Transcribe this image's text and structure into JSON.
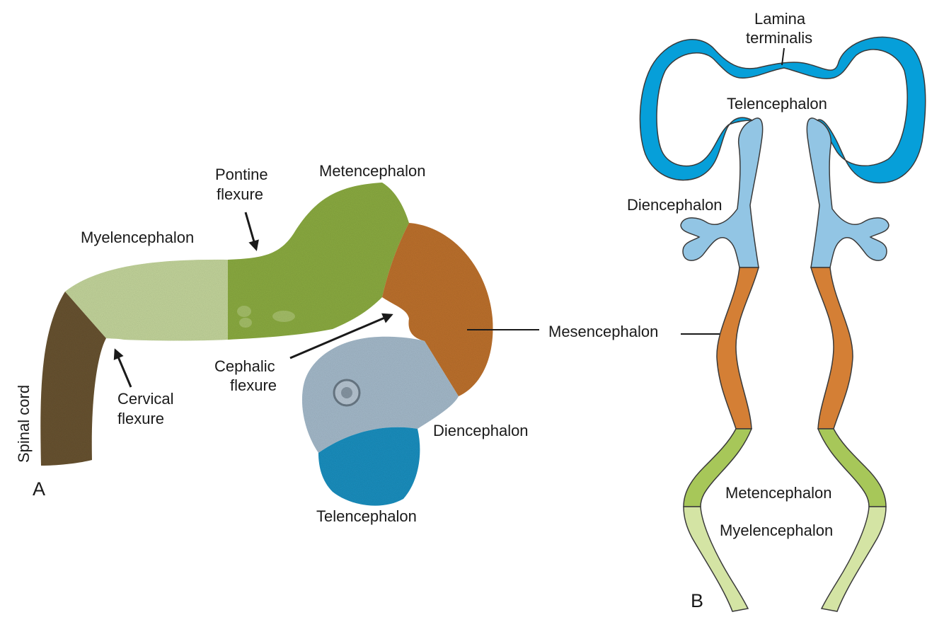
{
  "panel_a": {
    "letter": "A",
    "labels": {
      "spinal_cord": "Spinal cord",
      "myelencephalon": "Myelencephalon",
      "pontine_1": "Pontine",
      "pontine_2": "flexure",
      "metencephalon": "Metencephalon",
      "cervical_1": "Cervical",
      "cervical_2": "flexure",
      "cephalic_1": "Cephalic",
      "cephalic_2": "flexure",
      "mesencephalon": "Mesencephalon",
      "diencephalon": "Diencephalon",
      "telencephalon": "Telencephalon"
    }
  },
  "panel_b": {
    "letter": "B",
    "labels": {
      "lamina_1": "Lamina",
      "lamina_2": "terminalis",
      "telencephalon": "Telencephalon",
      "diencephalon": "Diencephalon",
      "metencephalon": "Metencephalon",
      "myelencephalon": "Myelencephalon"
    }
  },
  "colors": {
    "spinal_cord": "#6b5532",
    "myelencephalon": "#c9dba0",
    "metencephalon": "#8fb043",
    "mesencephalon": "#c2742e",
    "diencephalon": "#a9bfd0",
    "telencephalon": "#1c93c4",
    "b_telencephalon": "#069fd9",
    "b_diencephalon": "#92c5e4",
    "b_mesencephalon": "#d47f35",
    "b_metencephalon": "#a7c759",
    "b_myelencephalon": "#d4e4a4"
  }
}
